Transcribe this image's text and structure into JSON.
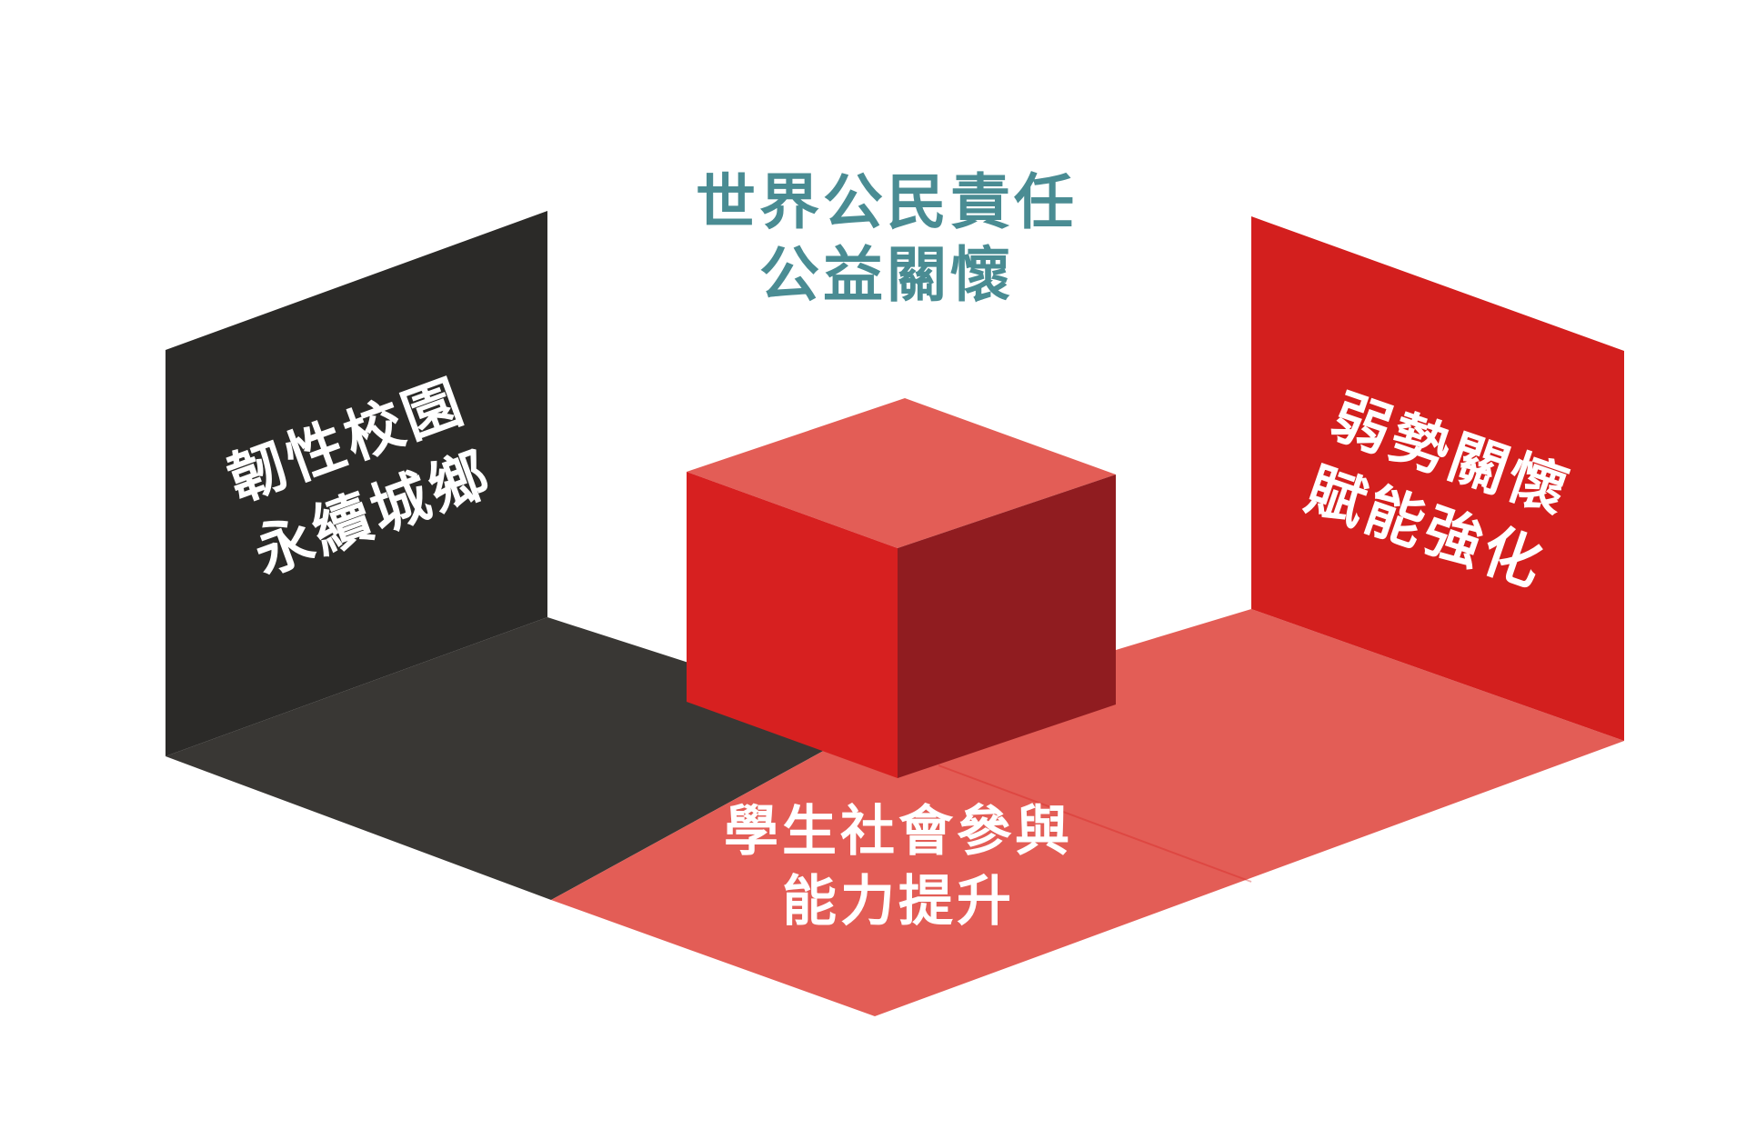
{
  "colors": {
    "background": "#ffffff",
    "teal_text": "#4a8c93",
    "dark_wall": "#2b2a28",
    "dark_floor": "#393734",
    "red_wall": "#d31f1e",
    "red_floor": "#e35d56",
    "cube_top": "#e35d56",
    "cube_front": "#d72020",
    "cube_side": "#901c20",
    "white_text": "#ffffff"
  },
  "top_label": {
    "line1": "世界公民責任",
    "line2": "公益關懷"
  },
  "left_wall_label": {
    "line1": "韌性校園",
    "line2": "永續城鄉"
  },
  "right_wall_label": {
    "line1": "弱勢關懷",
    "line2": "賦能強化"
  },
  "floor_label": {
    "line1": "學生社會參與",
    "line2": "能力提升"
  }
}
